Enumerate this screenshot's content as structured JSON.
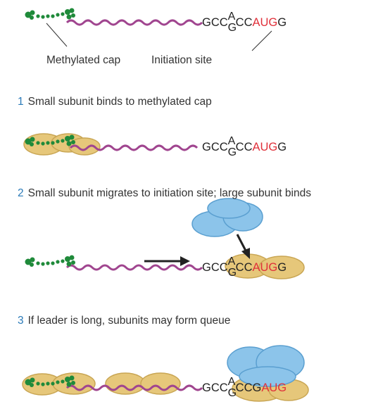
{
  "labels": {
    "cap": "Methylated cap",
    "site": "Initiation site"
  },
  "sequence": {
    "pre": "GCC",
    "upper": "A",
    "lower": "G",
    "mid": "CC",
    "codon": "AUG",
    "post": "G",
    "queue_mid": "CCG",
    "queue_codon": "AUG"
  },
  "steps": [
    {
      "num": "1",
      "text": "Small subunit binds to methylated cap"
    },
    {
      "num": "2",
      "text": "Small subunit migrates to initiation site; large subunit binds"
    },
    {
      "num": "3",
      "text": "If leader is long, subunits may form queue"
    }
  ],
  "colors": {
    "mrna": "#a0458f",
    "cap": "#1f8a3a",
    "small_subunit": "#e6c77a",
    "large_subunit": "#8cc4ea",
    "number": "#2a7ab8",
    "codon": "#e0303a"
  }
}
